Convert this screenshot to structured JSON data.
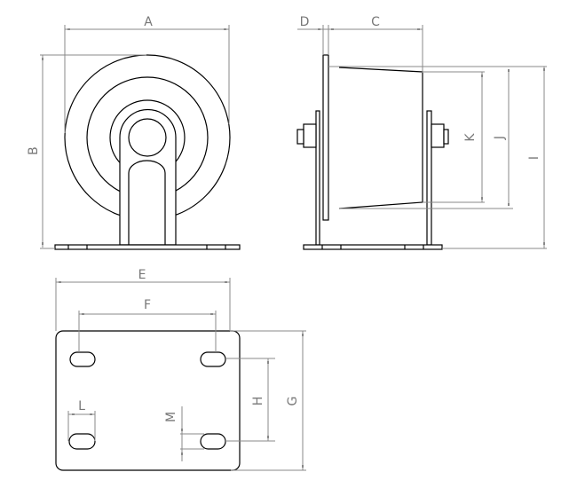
{
  "labels": {
    "A": "A",
    "B": "B",
    "C": "C",
    "D": "D",
    "E": "E",
    "F": "F",
    "G": "G",
    "H": "H",
    "I": "I",
    "J": "J",
    "K": "K",
    "L": "L",
    "M": "M"
  },
  "colors": {
    "object_line": "#000000",
    "dimension_line": "#888888",
    "background": "#ffffff"
  }
}
